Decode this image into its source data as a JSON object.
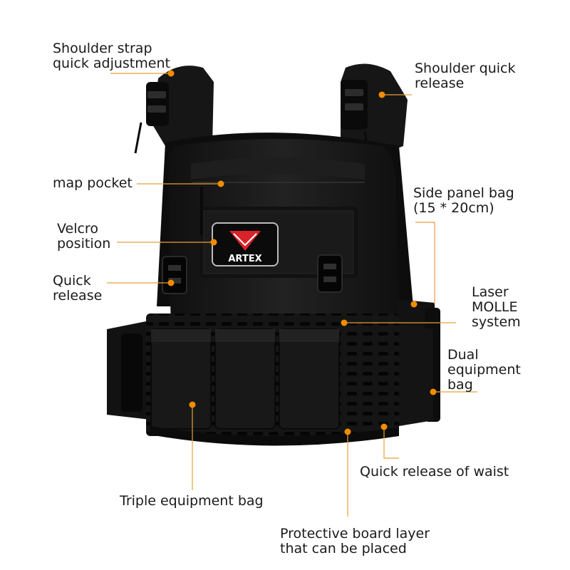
{
  "colors": {
    "background": "#ffffff",
    "leader_line": "#e8a03a",
    "marker": "#f28c00",
    "vest": "#141414",
    "vest_highlight": "#2a2a2a",
    "text": "#1a1a1a",
    "patch_red": "#d8232a"
  },
  "patch": {
    "brand": "ARTEX",
    "logo_icon": "eagle-logo-icon"
  },
  "callouts": [
    {
      "id": "shoulder-strap-quick-adjustment",
      "lines": [
        "Shoulder strap",
        "quick adjustment"
      ]
    },
    {
      "id": "shoulder-quick-release",
      "lines": [
        "Shoulder quick",
        "release"
      ]
    },
    {
      "id": "map-pocket",
      "lines": [
        "map pocket"
      ]
    },
    {
      "id": "side-panel-bag",
      "lines": [
        "Side panel bag",
        "(15 * 20cm)"
      ]
    },
    {
      "id": "velcro-position",
      "lines": [
        "Velcro",
        "position"
      ]
    },
    {
      "id": "quick-release",
      "lines": [
        "Quick",
        "release"
      ]
    },
    {
      "id": "laser-molle-system",
      "lines": [
        "Laser",
        "MOLLE",
        "system"
      ]
    },
    {
      "id": "dual-equipment-bag",
      "lines": [
        "Dual",
        "equipment",
        "bag"
      ]
    },
    {
      "id": "quick-release-of-waist",
      "lines": [
        "Quick release of waist"
      ]
    },
    {
      "id": "triple-equipment-bag",
      "lines": [
        "Triple equipment bag"
      ]
    },
    {
      "id": "protective-board-layer",
      "lines": [
        "Protective board layer",
        "that can be placed"
      ]
    }
  ]
}
